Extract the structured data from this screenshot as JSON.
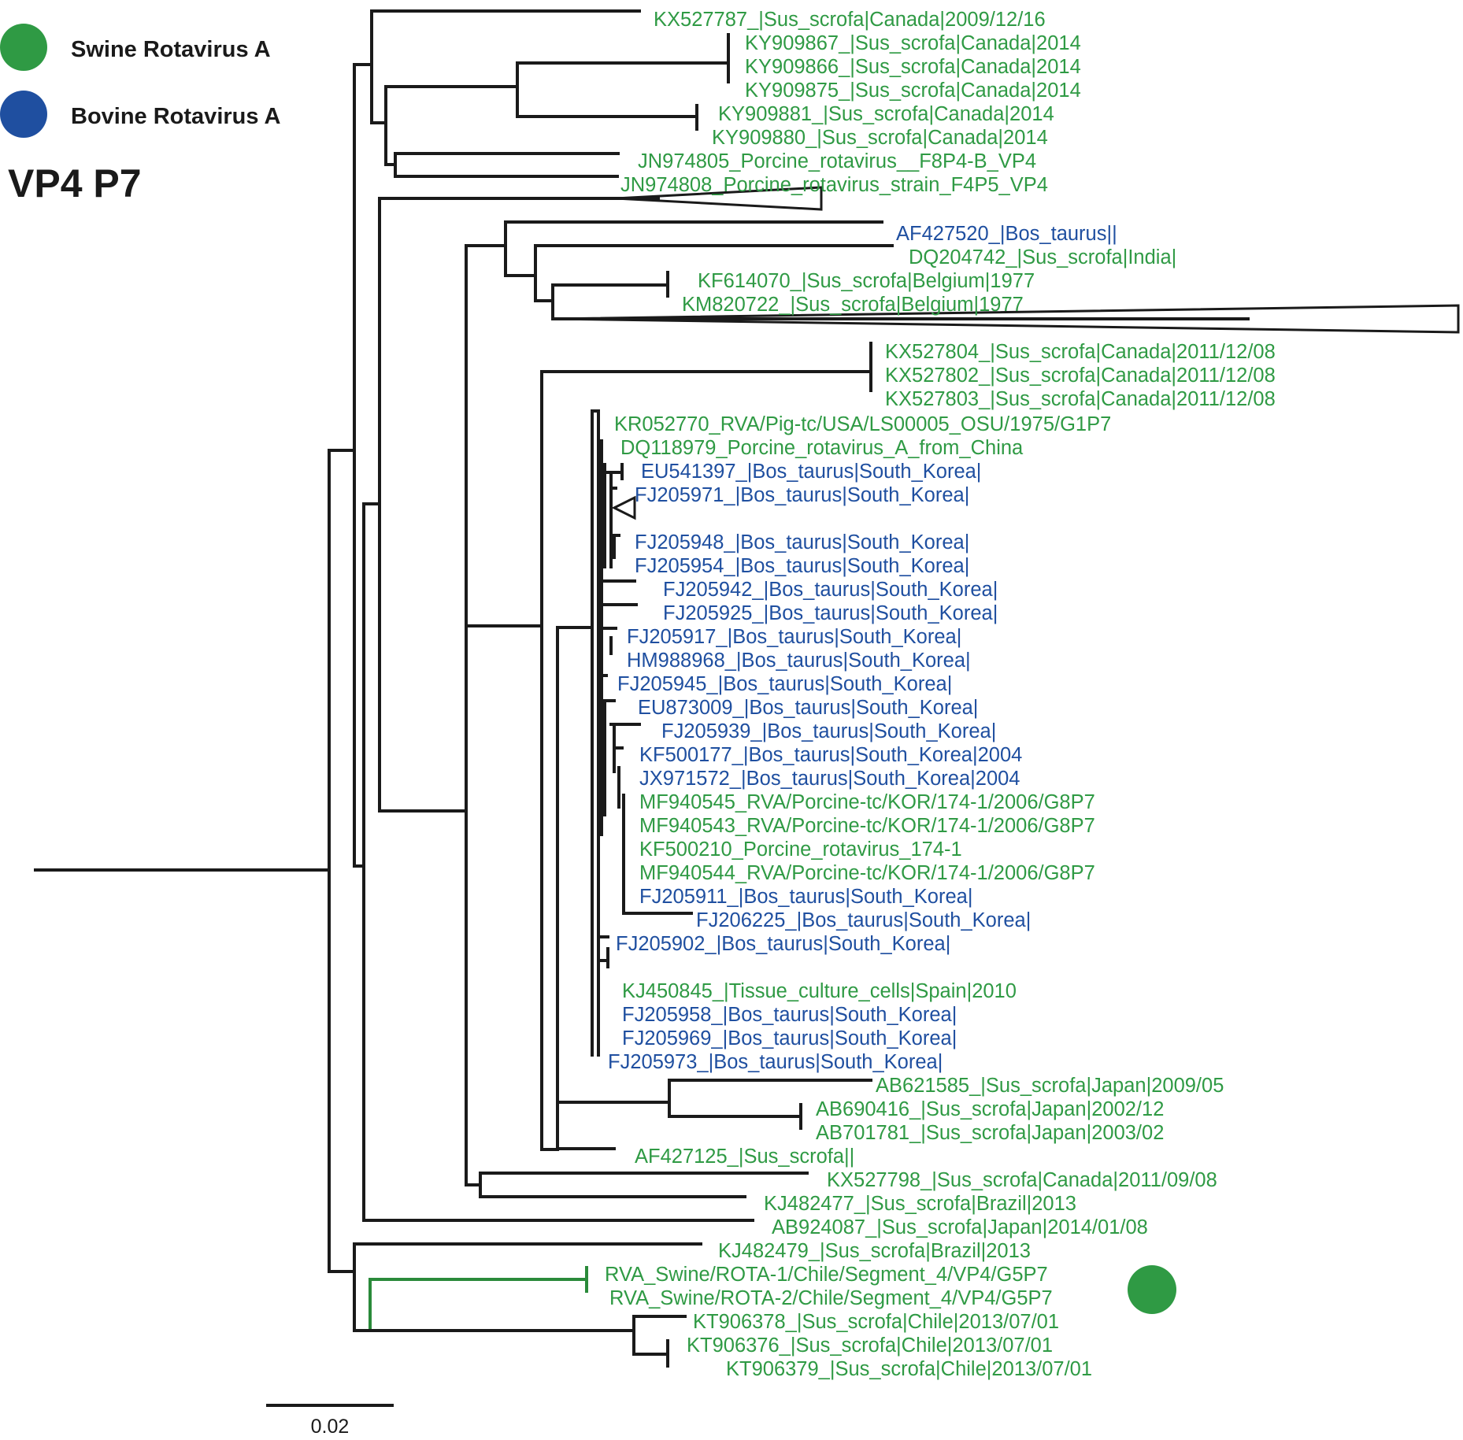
{
  "title": "VP4 P7",
  "colors": {
    "swine": "#2f9a44",
    "bovine": "#1f4fa0",
    "highlight_branch": "#2a8a3a"
  },
  "legend": [
    {
      "label": "Swine Rotavirus A",
      "color": "#2f9a44"
    },
    {
      "label": "Bovine Rotavirus A",
      "color": "#1f4fa0"
    }
  ],
  "scale_bar": {
    "label": "0.02"
  },
  "highlight_marker": {
    "color": "#2f9a44"
  },
  "tips": [
    {
      "label": "KX527787_|Sus_scrofa|Canada|2009/12/16",
      "host": "swine"
    },
    {
      "label": "KY909867_|Sus_scrofa|Canada|2014",
      "host": "swine"
    },
    {
      "label": "KY909866_|Sus_scrofa|Canada|2014",
      "host": "swine"
    },
    {
      "label": "KY909875_|Sus_scrofa|Canada|2014",
      "host": "swine"
    },
    {
      "label": "KY909881_|Sus_scrofa|Canada|2014",
      "host": "swine"
    },
    {
      "label": "KY909880_|Sus_scrofa|Canada|2014",
      "host": "swine"
    },
    {
      "label": "JN974805_Porcine_rotavirus__F8P4-B_VP4",
      "host": "swine"
    },
    {
      "label": "JN974808_Porcine_rotavirus_strain_F4P5_VP4",
      "host": "swine"
    },
    {
      "label": "AF427520_|Bos_taurus||",
      "host": "bovine"
    },
    {
      "label": "DQ204742_|Sus_scrofa|India|",
      "host": "swine"
    },
    {
      "label": "KF614070_|Sus_scrofa|Belgium|1977",
      "host": "swine"
    },
    {
      "label": "KM820722_|Sus_scrofa|Belgium|1977",
      "host": "swine"
    },
    {
      "label": "KX527804_|Sus_scrofa|Canada|2011/12/08",
      "host": "swine"
    },
    {
      "label": "KX527802_|Sus_scrofa|Canada|2011/12/08",
      "host": "swine"
    },
    {
      "label": "KX527803_|Sus_scrofa|Canada|2011/12/08",
      "host": "swine"
    },
    {
      "label": "KR052770_RVA/Pig-tc/USA/LS00005_OSU/1975/G1P7",
      "host": "swine"
    },
    {
      "label": "DQ118979_Porcine_rotavirus_A_from_China",
      "host": "swine"
    },
    {
      "label": "EU541397_|Bos_taurus|South_Korea|",
      "host": "bovine"
    },
    {
      "label": "FJ205971_|Bos_taurus|South_Korea|",
      "host": "bovine"
    },
    {
      "label": "FJ205948_|Bos_taurus|South_Korea|",
      "host": "bovine"
    },
    {
      "label": "FJ205954_|Bos_taurus|South_Korea|",
      "host": "bovine"
    },
    {
      "label": "FJ205942_|Bos_taurus|South_Korea|",
      "host": "bovine"
    },
    {
      "label": "FJ205925_|Bos_taurus|South_Korea|",
      "host": "bovine"
    },
    {
      "label": "FJ205917_|Bos_taurus|South_Korea|",
      "host": "bovine"
    },
    {
      "label": "HM988968_|Bos_taurus|South_Korea|",
      "host": "bovine"
    },
    {
      "label": "FJ205945_|Bos_taurus|South_Korea|",
      "host": "bovine"
    },
    {
      "label": "EU873009_|Bos_taurus|South_Korea|",
      "host": "bovine"
    },
    {
      "label": "FJ205939_|Bos_taurus|South_Korea|",
      "host": "bovine"
    },
    {
      "label": "KF500177_|Bos_taurus|South_Korea|2004",
      "host": "bovine"
    },
    {
      "label": "JX971572_|Bos_taurus|South_Korea|2004",
      "host": "bovine"
    },
    {
      "label": "MF940545_RVA/Porcine-tc/KOR/174-1/2006/G8P7",
      "host": "swine"
    },
    {
      "label": "MF940543_RVA/Porcine-tc/KOR/174-1/2006/G8P7",
      "host": "swine"
    },
    {
      "label": "KF500210_Porcine_rotavirus_174-1",
      "host": "swine"
    },
    {
      "label": "MF940544_RVA/Porcine-tc/KOR/174-1/2006/G8P7",
      "host": "swine"
    },
    {
      "label": "FJ205911_|Bos_taurus|South_Korea|",
      "host": "bovine"
    },
    {
      "label": "FJ206225_|Bos_taurus|South_Korea|",
      "host": "bovine"
    },
    {
      "label": "FJ205902_|Bos_taurus|South_Korea|",
      "host": "bovine"
    },
    {
      "label": "KJ450845_|Tissue_culture_cells|Spain|2010",
      "host": "swine"
    },
    {
      "label": "FJ205958_|Bos_taurus|South_Korea|",
      "host": "bovine"
    },
    {
      "label": "FJ205969_|Bos_taurus|South_Korea|",
      "host": "bovine"
    },
    {
      "label": "FJ205973_|Bos_taurus|South_Korea|",
      "host": "bovine"
    },
    {
      "label": "AB621585_|Sus_scrofa|Japan|2009/05",
      "host": "swine"
    },
    {
      "label": "AB690416_|Sus_scrofa|Japan|2002/12",
      "host": "swine"
    },
    {
      "label": "AB701781_|Sus_scrofa|Japan|2003/02",
      "host": "swine"
    },
    {
      "label": "AF427125_|Sus_scrofa||",
      "host": "swine"
    },
    {
      "label": "KX527798_|Sus_scrofa|Canada|2011/09/08",
      "host": "swine"
    },
    {
      "label": "KJ482477_|Sus_scrofa|Brazil|2013",
      "host": "swine"
    },
    {
      "label": "AB924087_|Sus_scrofa|Japan|2014/01/08",
      "host": "swine"
    },
    {
      "label": "KJ482479_|Sus_scrofa|Brazil|2013",
      "host": "swine"
    },
    {
      "label": "RVA_Swine/ROTA-1/Chile/Segment_4/VP4/G5P7",
      "host": "swine"
    },
    {
      "label": "RVA_Swine/ROTA-2/Chile/Segment_4/VP4/G5P7",
      "host": "swine"
    },
    {
      "label": "KT906378_|Sus_scrofa|Chile|2013/07/01",
      "host": "swine"
    },
    {
      "label": "KT906376_|Sus_scrofa|Chile|2013/07/01",
      "host": "swine"
    },
    {
      "label": "KT906379_|Sus_scrofa|Chile|2013/07/01",
      "host": "swine"
    }
  ]
}
